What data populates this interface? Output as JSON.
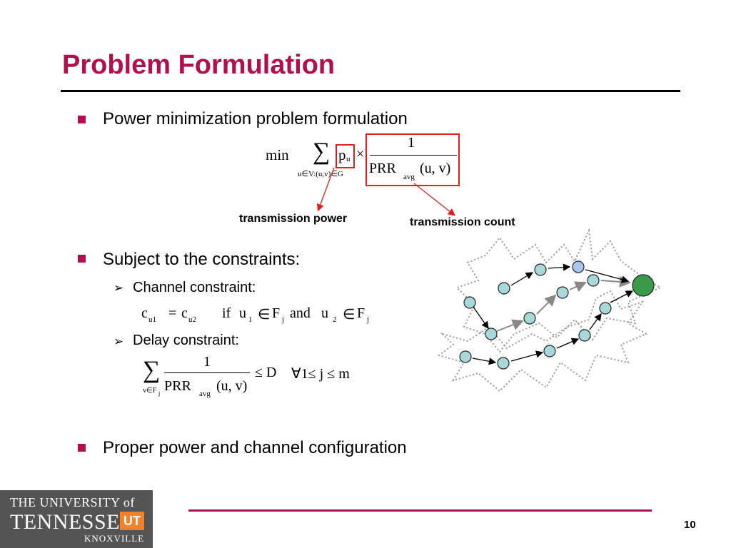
{
  "slide": {
    "title": "Problem Formulation",
    "bullets": {
      "power": "Power minimization problem formulation",
      "constraints": "Subject to the constraints:",
      "proper": "Proper power and channel configuration"
    },
    "sub_bullets": {
      "channel": "Channel constraint:",
      "delay": "Delay constraint:"
    },
    "objective": {
      "min": "min",
      "sum": "∑",
      "sum_sub": "u∈V:(u,v)∈G",
      "p": "p",
      "p_sub": "u",
      "times": "×",
      "numerator": "1",
      "den_prr": "PRR",
      "den_sub": "avg",
      "den_args": "(u, v)"
    },
    "annotations": {
      "power": "transmission power",
      "count": "transmission count"
    },
    "channel_eq": {
      "c1": "c",
      "c1_sub": "u1",
      "eq": "=",
      "c2": "c",
      "c2_sub": "u2",
      "if": "if",
      "u1": "u",
      "u1_sub": "1",
      "in1": "∈",
      "f1": "F",
      "f1_sub": "j",
      "and": "and",
      "u2": "u",
      "u2_sub": "2",
      "in2": "∈",
      "f2": "F",
      "f2_sub": "j"
    },
    "delay_eq": {
      "sum": "∑",
      "sum_sub": "v∈F",
      "sum_sub_j": "j",
      "numerator": "1",
      "den_prr": "PRR",
      "den_sub": "avg",
      "den_args": "(u, v)",
      "le": "≤ D",
      "forall": "∀1≤ j ≤ m"
    },
    "page_number": "10"
  },
  "logo": {
    "line1": "THE UNIVERSITY of",
    "line2": "TENNESSEE",
    "badge": "UT",
    "line3": "KNOXVILLE"
  },
  "colors": {
    "accent": "#b0104e",
    "box_red": "#e02020",
    "node_fill": "#a8d8d8",
    "sink_fill": "#3a9a4a",
    "node_highlight": "#a8c8f0"
  },
  "icons": {
    "bullet": "square-bullet",
    "sub_bullet": "arrow-bullet"
  }
}
